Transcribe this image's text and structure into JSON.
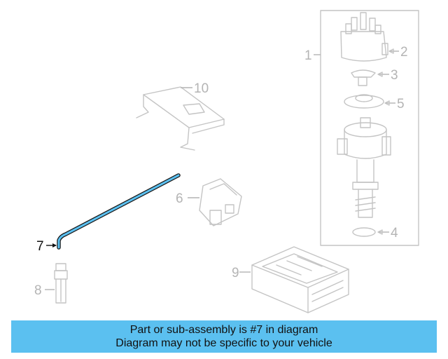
{
  "colors": {
    "highlight": "#5bc0f0",
    "part_line": "#c4c4c4",
    "callout_inactive": "#b4b4b4",
    "callout_active": "#111111"
  },
  "callouts": {
    "c1": "1",
    "c2": "2",
    "c3": "3",
    "c4": "4",
    "c5": "5",
    "c6": "6",
    "c7": "7",
    "c8": "8",
    "c9": "9",
    "c10": "10"
  },
  "highlighted_part": "7",
  "banner": {
    "line1": "Part or sub-assembly is #7 in diagram",
    "line2": "Diagram may not be specific to your vehicle"
  }
}
